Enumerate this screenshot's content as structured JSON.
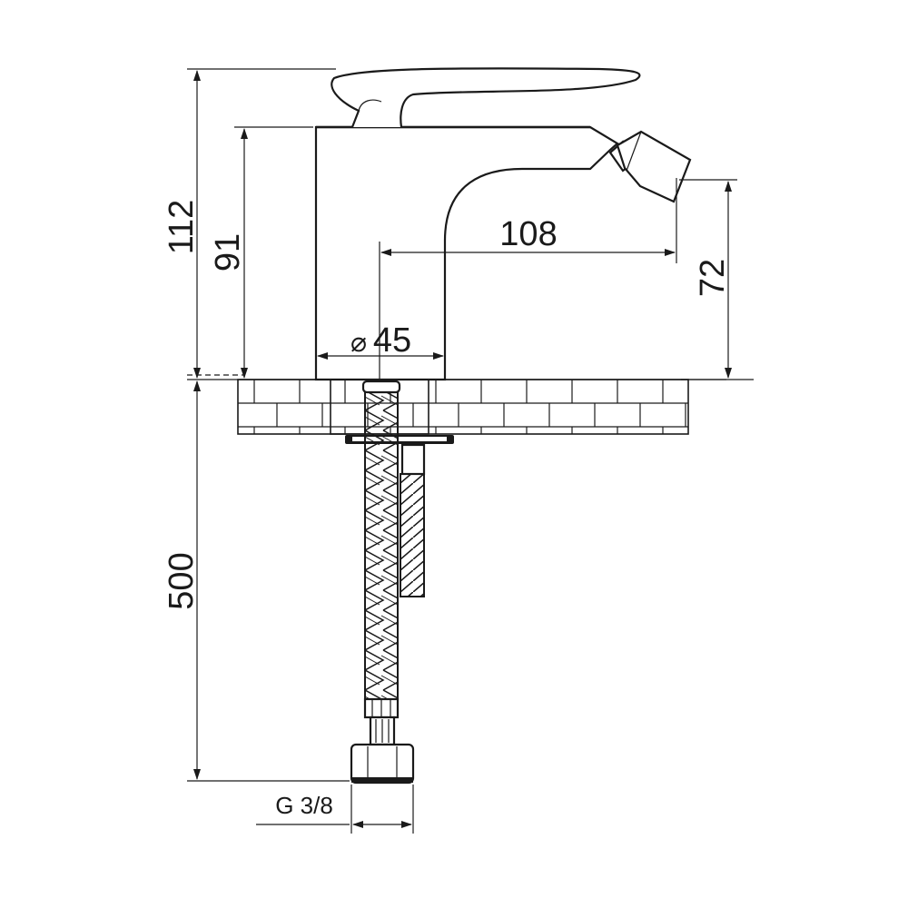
{
  "dimensions": {
    "overall_height": "112",
    "body_height": "91",
    "spout_reach": "108",
    "spout_height": "72",
    "base_diameter": "45",
    "diameter_symbol": "⌀",
    "hose_length": "500",
    "connection_thread": "G 3/8"
  },
  "colors": {
    "line": "#1a1a1a",
    "background": "#ffffff"
  }
}
